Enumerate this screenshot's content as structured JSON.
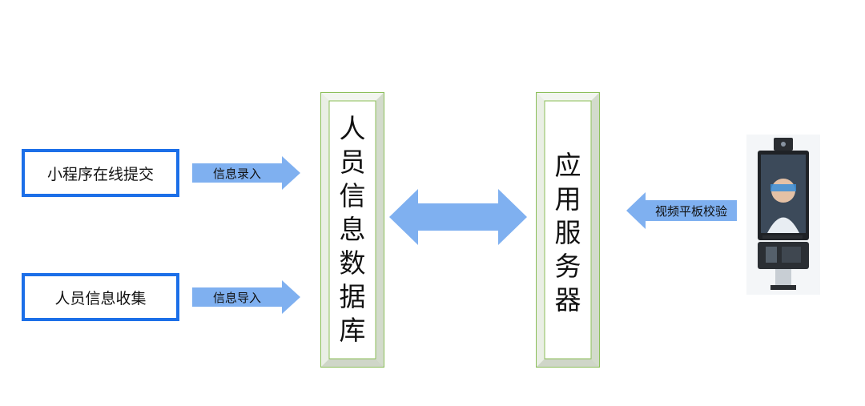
{
  "sources": [
    {
      "label": "小程序在线提交",
      "arrow_label": "信息录入"
    },
    {
      "label": "人员信息收集",
      "arrow_label": "信息导入"
    }
  ],
  "database": {
    "label": "人员信息数据库"
  },
  "server": {
    "label": "应用服务器"
  },
  "device_arrow": {
    "label": "视频平板校验"
  },
  "colors": {
    "source_border": "#1c6fe8",
    "arrow_fill": "#7fb0f0",
    "bevel_border": "#8cbf5a"
  }
}
